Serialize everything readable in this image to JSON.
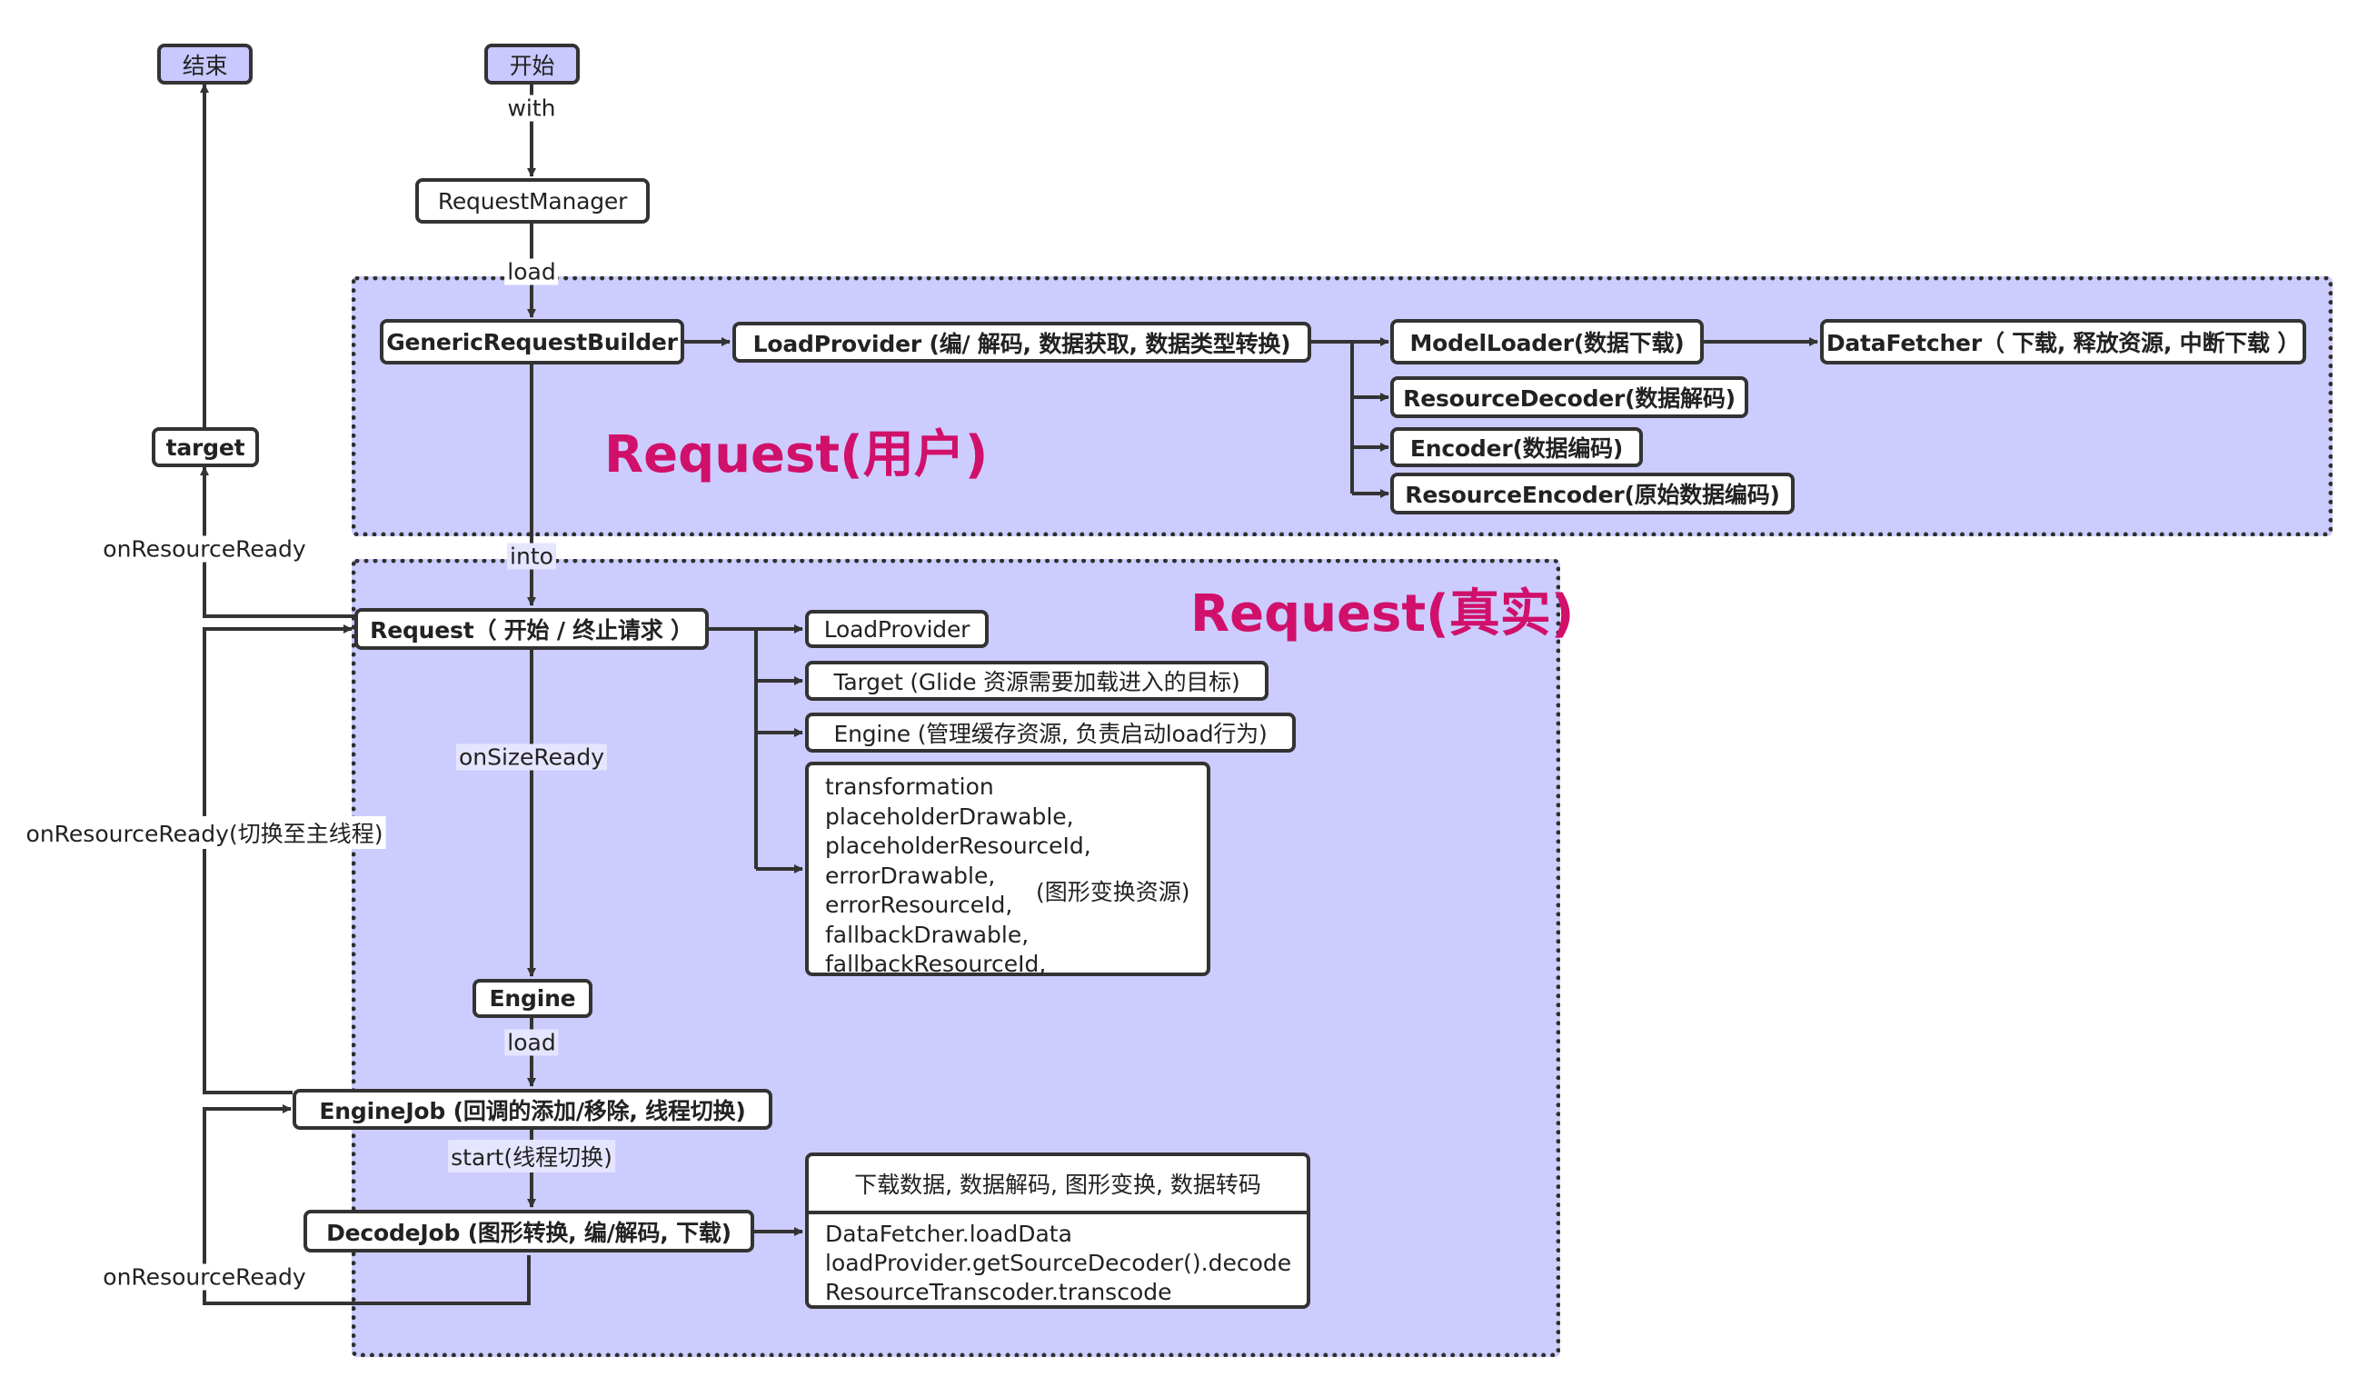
{
  "colors": {
    "region_fill": "#ccccff",
    "terminal_fill": "#c9c8ff",
    "title_color": "#d0106a",
    "line_color": "#333333"
  },
  "regions": {
    "user_request_title": "Request(用户)",
    "real_request_title": "Request(真实)"
  },
  "nodes": {
    "end": "结束",
    "start": "开始",
    "request_manager": "RequestManager",
    "generic_request_builder": "GenericRequestBuilder",
    "load_provider": "LoadProvider (编/ 解码, 数据获取, 数据类型转换)",
    "model_loader": "ModelLoader(数据下载)",
    "data_fetcher": "DataFetcher（ 下载, 释放资源, 中断下载 ）",
    "resource_decoder": "ResourceDecoder(数据解码)",
    "encoder": "Encoder(数据编码)",
    "resource_encoder": "ResourceEncoder(原始数据编码)",
    "target": "target",
    "request": "Request（ 开始 / 终止请求 ）",
    "load_provider_2": "LoadProvider",
    "target_glide": "Target (Glide 资源需要加载进入的目标)",
    "engine_desc": "Engine (管理缓存资源, 负责启动load行为)",
    "engine": "Engine",
    "engine_job": "EngineJob (回调的添加/移除, 线程切换)",
    "decode_job": "DecodeJob (图形转换, 编/解码, 下载)"
  },
  "transform_box": {
    "lines": [
      "transformation",
      "placeholderDrawable,",
      "placeholderResourceId,",
      "errorDrawable,",
      "errorResourceId,",
      "fallbackDrawable,",
      "fallbackResourceId,"
    ],
    "side_note": "(图形变换资源)"
  },
  "decode_box": {
    "header": "下载数据, 数据解码, 图形变换, 数据转码",
    "lines": [
      "DataFetcher.loadData",
      "loadProvider.getSourceDecoder().decode",
      "ResourceTranscoder.transcode"
    ]
  },
  "edge_labels": {
    "with": "with",
    "load_top": "load",
    "into": "into",
    "on_resource_ready_top": "onResourceReady",
    "on_size_ready": "onSizeReady",
    "on_resource_ready_main": "onResourceReady(切换至主线程)",
    "load_engine": "load",
    "start": "start(线程切换)",
    "on_resource_ready_bottom": "onResourceReady"
  }
}
